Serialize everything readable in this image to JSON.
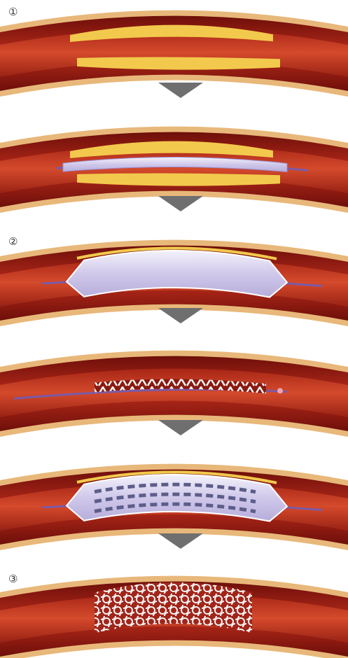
{
  "steps": [
    {
      "label": "①"
    },
    {
      "label": "②"
    },
    {
      "label": "③"
    }
  ],
  "panels": [
    {
      "id": "plaque-narrowed-artery",
      "stage": "plaque"
    },
    {
      "id": "balloon-catheter-inserted",
      "stage": "catheter"
    },
    {
      "id": "balloon-inflated",
      "stage": "balloon"
    },
    {
      "id": "stent-on-catheter",
      "stage": "stent-crimped"
    },
    {
      "id": "stent-expanded-by-balloon",
      "stage": "stent-expanding"
    },
    {
      "id": "stent-deployed",
      "stage": "stent-final"
    }
  ],
  "colors": {
    "artery_outer": "#e8b87a",
    "artery_wall": "#8c1b12",
    "artery_lumen": "#c1321f",
    "plaque": "#f2c94c",
    "balloon": "#d9d4ee",
    "catheter": "#7b5aa6",
    "stent": "#f4f4f4",
    "arrow": "#6f6f6f"
  }
}
